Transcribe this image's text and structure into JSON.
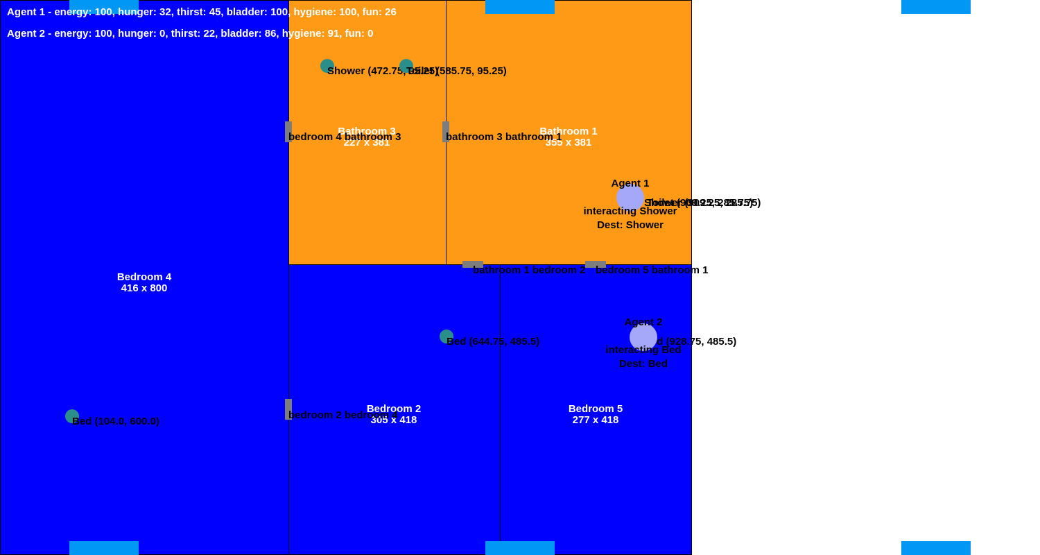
{
  "colors": {
    "bedroom": "#0000ff",
    "bathroom": "#ff9a16",
    "window": "#0097f5",
    "door": "#7d7d7d",
    "object": "#2a8f8a",
    "agent": "#a5a8f8"
  },
  "stats": {
    "agent1": "Agent 1 - energy: 100, hunger: 32, thirst: 45, bladder: 100, hygiene: 100, fun: 26",
    "agent2": "Agent 2 - energy: 100, hunger: 0, thirst: 22, bladder: 86, hygiene: 91, fun: 0"
  },
  "rooms": {
    "bedroom4": {
      "name": "Bedroom 4",
      "size": "416 x 800"
    },
    "bathroom3": {
      "name": "Bathroom 3",
      "size": "227 x 381"
    },
    "bathroom1": {
      "name": "Bathroom 1",
      "size": "355 x 381"
    },
    "bedroom2": {
      "name": "Bedroom 2",
      "size": "305 x 418"
    },
    "bedroom5": {
      "name": "Bedroom 5",
      "size": "277 x 418"
    }
  },
  "doors": {
    "bedroom4_bathroom3": "bedroom 4 bathroom 3",
    "bathroom3_bathroom1": "bathroom 3 bathroom 1",
    "bathroom1_bedroom2": "bathroom 1 bedroom 2",
    "bedroom5_bathroom1": "bedroom 5 bathroom 1",
    "bedroom2_bedroom4": "bedroom 2 bedroom 4"
  },
  "objects": {
    "shower": "Shower (472.75, 95.25)",
    "toilet": "Toilet (585.75, 95.25)",
    "bed_bedroom2": "Bed (644.75, 485.5)",
    "bed_bedroom4": "Bed (104.0, 600.0)",
    "bed_bedroom5": "Bed (928.75, 485.5)",
    "shower_bathroom1": "Shower (909.25, 285.75)",
    "toilet_bathroom1": "Toilet (909.25, 285.75)"
  },
  "agents": {
    "agent1": {
      "name": "Agent 1",
      "status": "interacting Shower",
      "dest": "Dest: Shower"
    },
    "agent2": {
      "name": "Agent 2",
      "status": "interacting Bed",
      "dest": "Dest: Bed"
    }
  }
}
